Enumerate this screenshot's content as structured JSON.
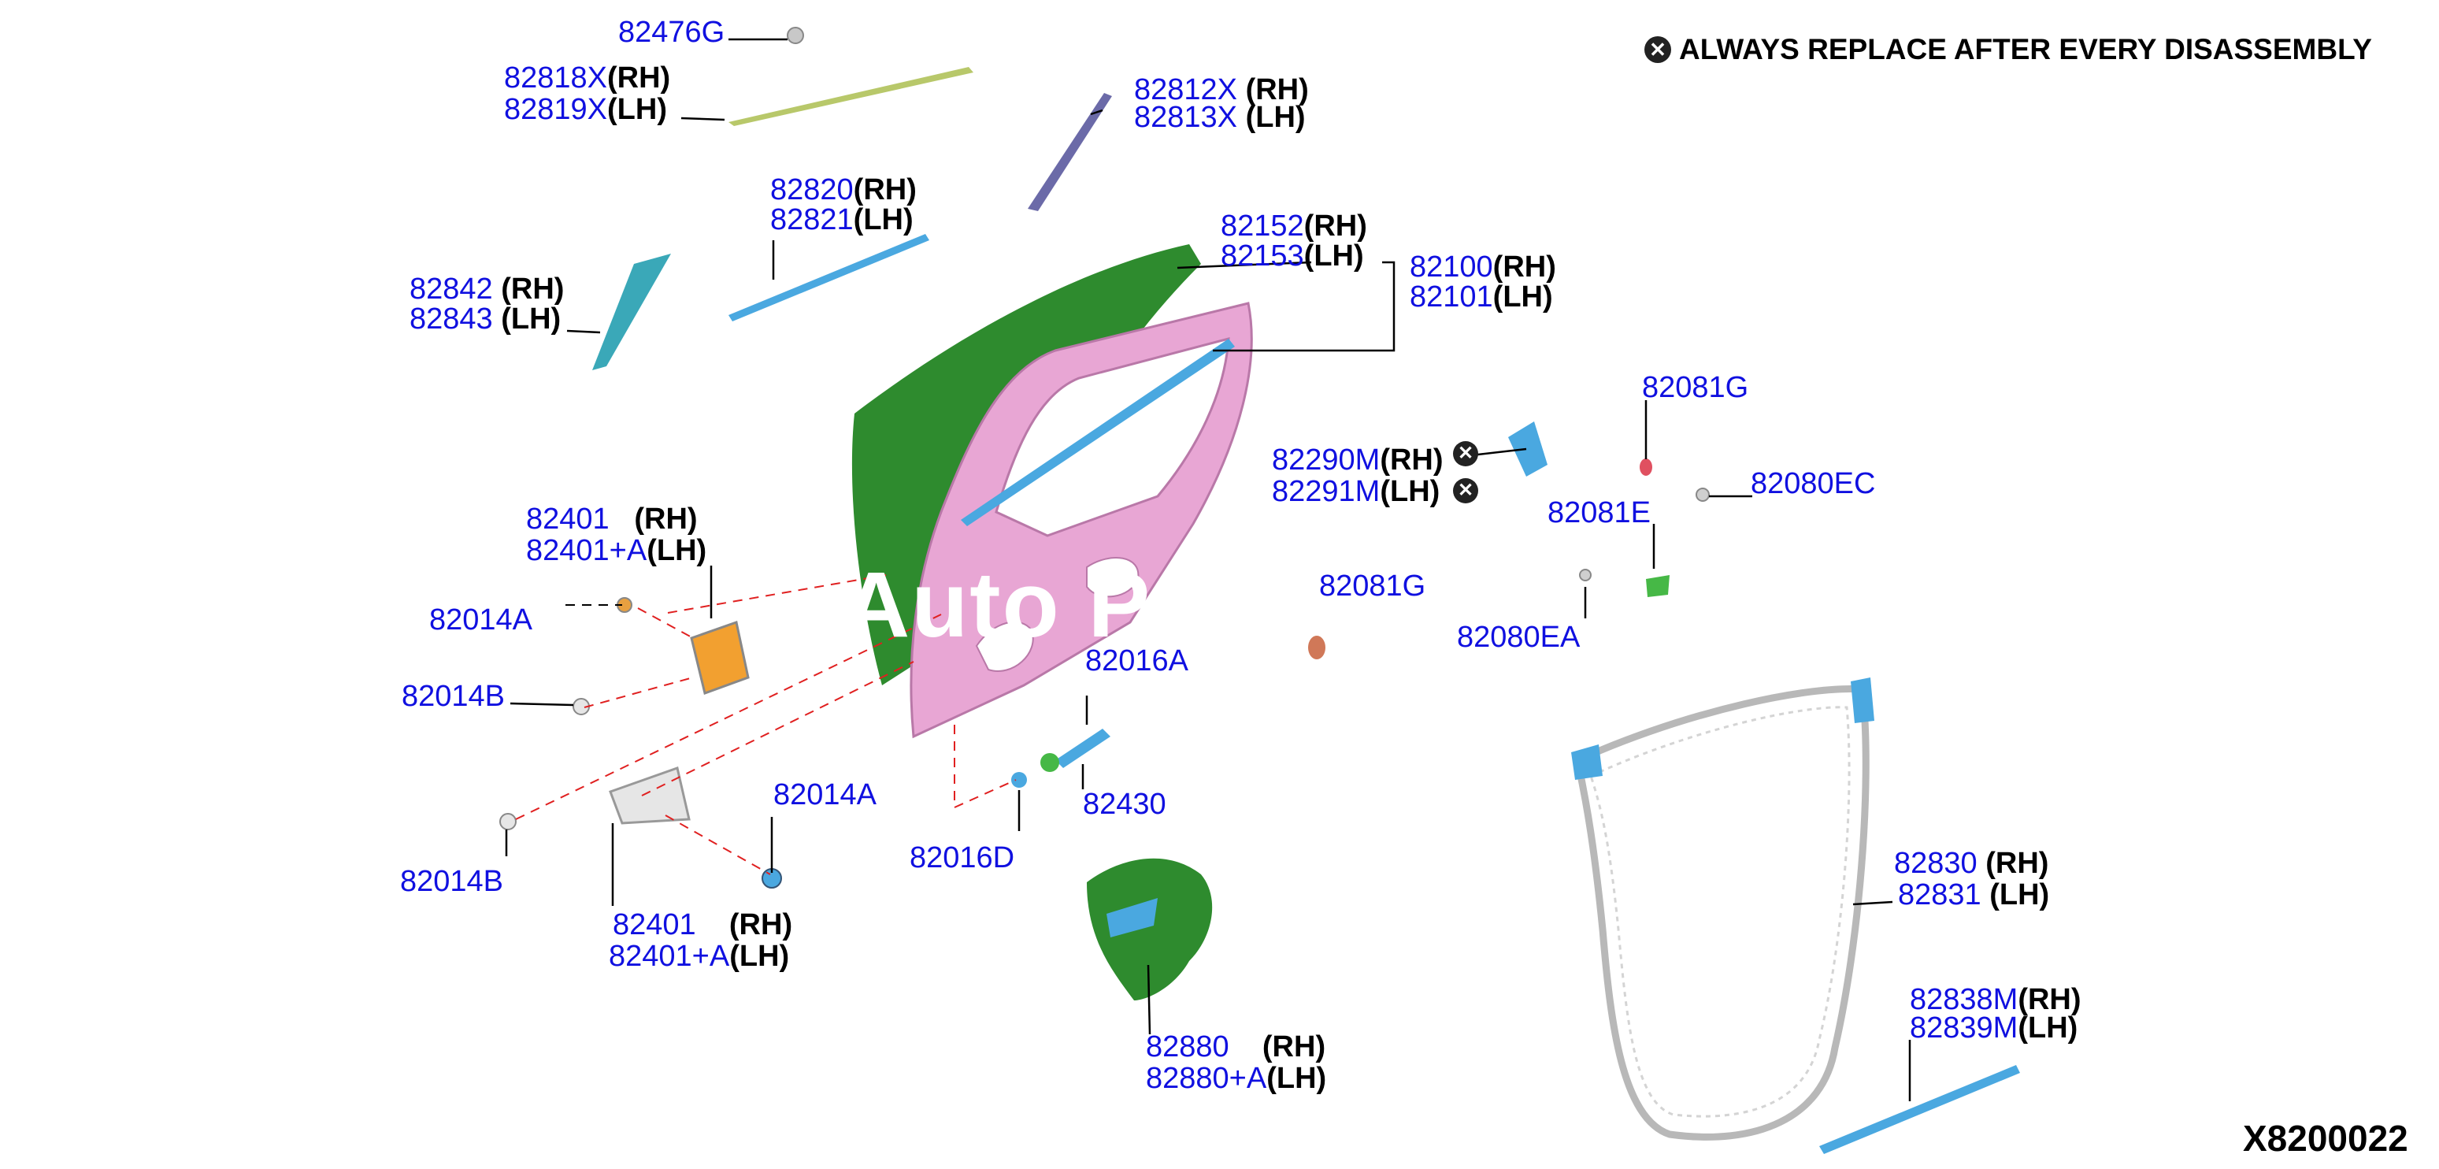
{
  "legend": {
    "text": "ALWAYS REPLACE AFTER EVERY DISASSEMBLY",
    "mark_icon": "circled-x-icon"
  },
  "diagram_code": "X8200022",
  "watermark": "Auto P",
  "side_labels": {
    "rh": "(RH)",
    "lh": "(LH)"
  },
  "callouts": {
    "c82476G": "82476G",
    "c82818X": "82818X",
    "c82819X": "82819X",
    "c82812X": "82812X",
    "c82813X": "82813X",
    "c82820": "82820",
    "c82821": "82821",
    "c82842": "82842",
    "c82843": "82843",
    "c82152": "82152",
    "c82153": "82153",
    "c82100": "82100",
    "c82101": "82101",
    "c82081G": "82081G",
    "c82290M": "82290M",
    "c82291M": "82291M",
    "c82080EC": "82080EC",
    "c82081E": "82081E",
    "c82401_top": "82401",
    "c82401A_top": "82401+A",
    "c82014B_mid": "82014B",
    "c82016A": "82016A",
    "c82014A": "82014A",
    "c82430": "82430",
    "c82016D": "82016D",
    "c82014B_low": "82014B",
    "c82401_low": "82401",
    "c82401A_low": "82401+A",
    "c82830": "82830",
    "c82831": "82831",
    "c82838M": "82838M",
    "c82839M": "82839M",
    "c82880": "82880",
    "c82880A": "82880+A",
    "partial_left": "82014A",
    "partial_mid": "82081G",
    "partial_low": "82080EA"
  },
  "colors": {
    "part_number": "#1010e0",
    "door_outer_panel": "#2e8b2e",
    "door_inner_frame": "#e8a6d4",
    "weatherstrip": "#4aa8e0",
    "seal_outline": "#b8b8b8",
    "leader_line": "#000000",
    "dashed_guide": "#e02020"
  }
}
